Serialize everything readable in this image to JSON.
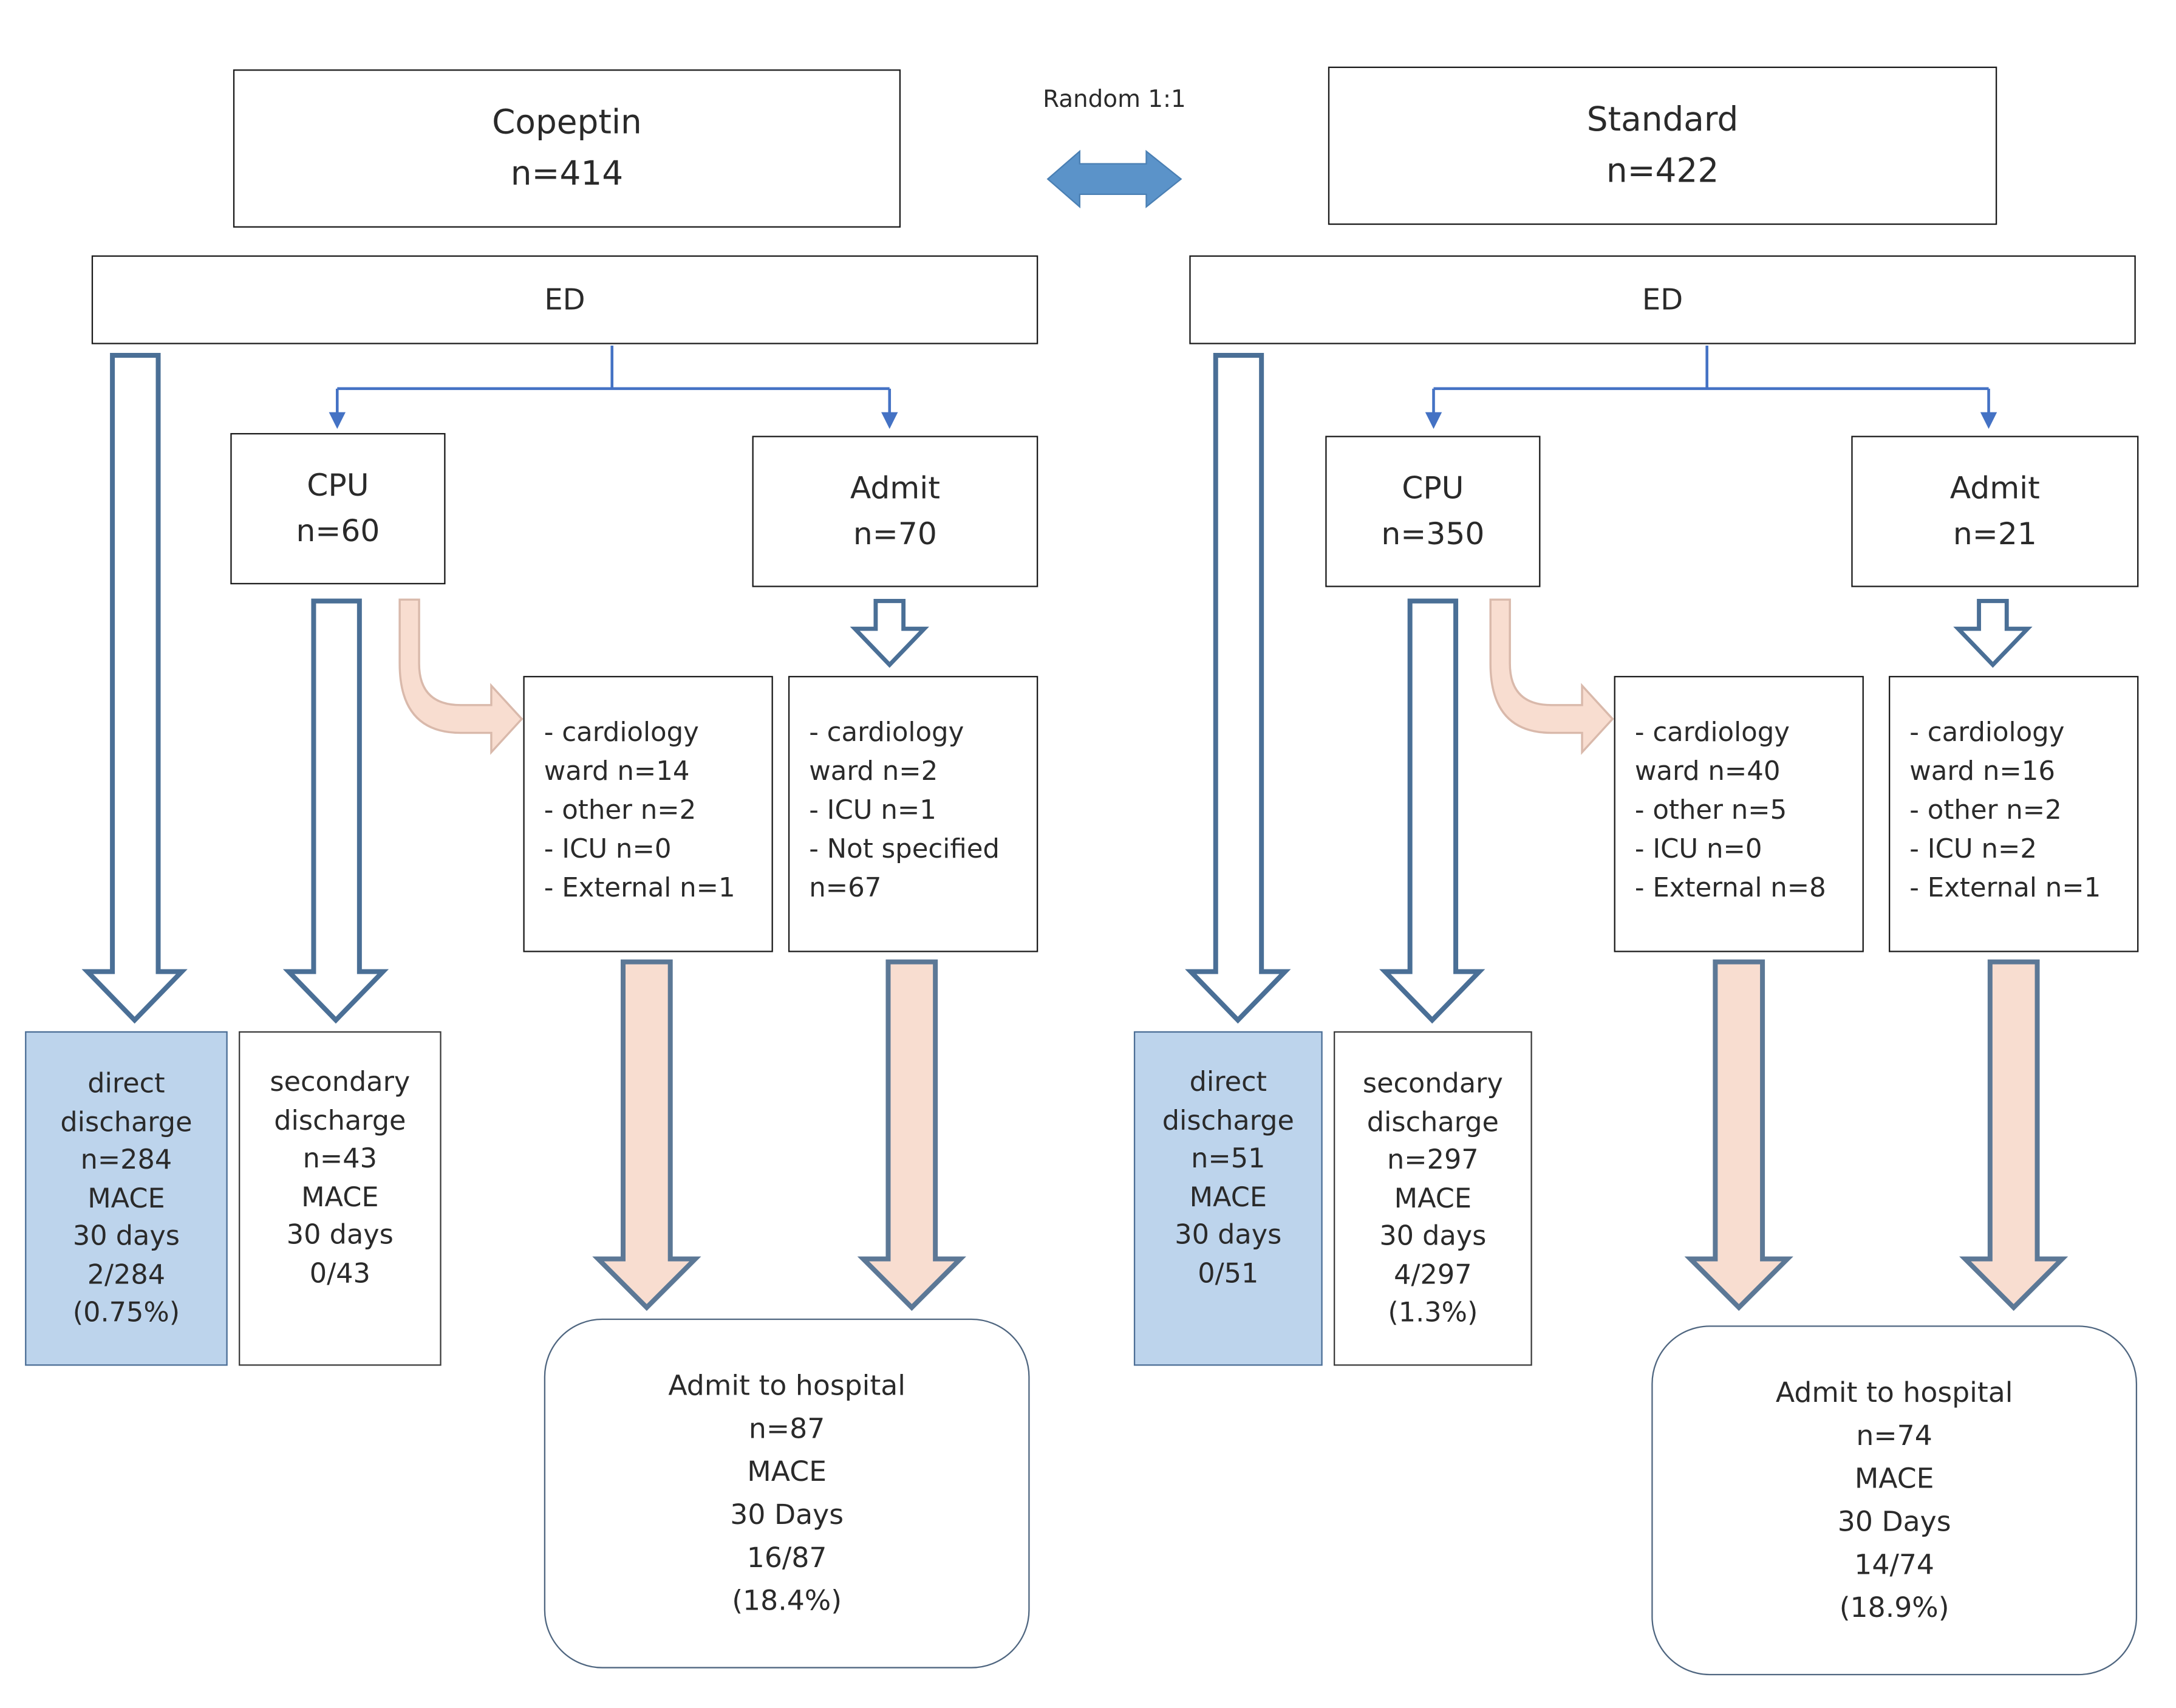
{
  "randomization": {
    "label": "Random 1:1"
  },
  "arms": [
    {
      "name": "Copeptin",
      "n": "n=414",
      "ed": "ED",
      "cpu": {
        "title": "CPU",
        "n": "n=60"
      },
      "admit": {
        "title": "Admit",
        "n": "n=70"
      },
      "cpu_breakdown": [
        "- cardiology",
        "ward n=14",
        "- other n=2",
        "- ICU n=0",
        "- External n=1"
      ],
      "admit_breakdown": [
        "- cardiology",
        "ward n=2",
        "- ICU n=1",
        "- Not specified",
        "n=67"
      ],
      "direct_discharge": [
        "direct",
        "discharge",
        "n=284",
        "MACE",
        "30 days",
        "2/284",
        "(0.75%)"
      ],
      "secondary_discharge": [
        "secondary",
        "discharge",
        "n=43",
        "MACE",
        "30 days",
        "0/43"
      ],
      "hospital": [
        "Admit to hospital",
        "n=87",
        "MACE",
        "30 Days",
        "16/87",
        "(18.4%)"
      ]
    },
    {
      "name": "Standard",
      "n": "n=422",
      "ed": "ED",
      "cpu": {
        "title": "CPU",
        "n": "n=350"
      },
      "admit": {
        "title": "Admit",
        "n": "n=21"
      },
      "cpu_breakdown": [
        "- cardiology",
        "ward n=40",
        "- other n=5",
        "- ICU n=0",
        "- External n=8"
      ],
      "admit_breakdown": [
        "- cardiology",
        "ward n=16",
        "- other n=2",
        "- ICU n=2",
        "- External n=1"
      ],
      "direct_discharge": [
        "direct",
        "discharge",
        "n=51",
        "MACE",
        "30 days",
        "0/51"
      ],
      "secondary_discharge": [
        "secondary",
        "discharge",
        "n=297",
        "MACE",
        "30 days",
        "4/297",
        "(1.3%)"
      ],
      "hospital": [
        "Admit to hospital",
        "n=74",
        "MACE",
        "30 Days",
        "14/74",
        "(18.9%)"
      ]
    }
  ],
  "colors": {
    "box_border": "#1a1a1a",
    "hollow_arrow": "#4a6f96",
    "peach_fill": "#f8ddd0",
    "peach_stroke": "#5c7896",
    "discharge_blue": "#bdd4ec",
    "double_arrow": "#5b93c9",
    "connector": "#4472c4"
  }
}
